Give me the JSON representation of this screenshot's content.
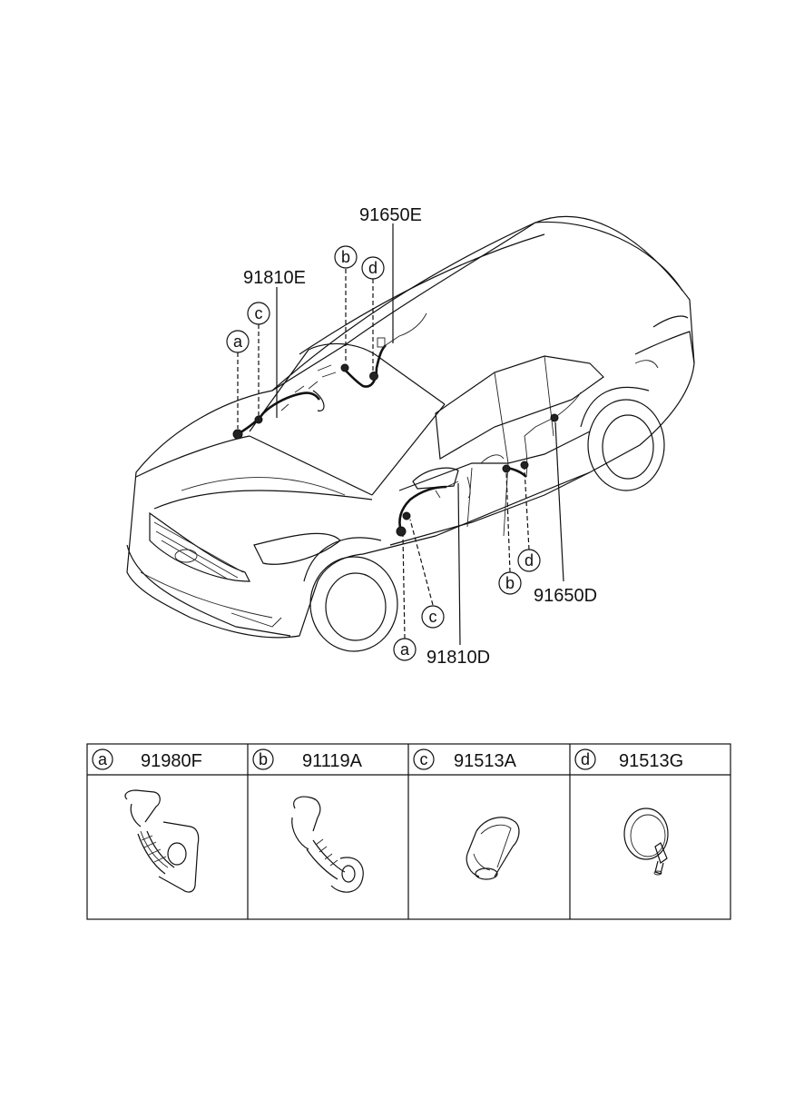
{
  "diagram": {
    "part_labels": {
      "p91650E": "91650E",
      "p91810E": "91810E",
      "p91650D": "91650D",
      "p91810D": "91810D"
    },
    "callouts": {
      "a": "a",
      "b": "b",
      "c": "c",
      "d": "d"
    }
  },
  "legend_table": {
    "cells": [
      {
        "letter": "a",
        "part": "91980F",
        "icon": "grommet-boot-with-bracket-icon"
      },
      {
        "letter": "b",
        "part": "91119A",
        "icon": "grommet-boot-icon"
      },
      {
        "letter": "c",
        "part": "91513A",
        "icon": "grommet-sleeve-icon"
      },
      {
        "letter": "d",
        "part": "91513G",
        "icon": "round-plug-grommet-icon"
      }
    ]
  }
}
